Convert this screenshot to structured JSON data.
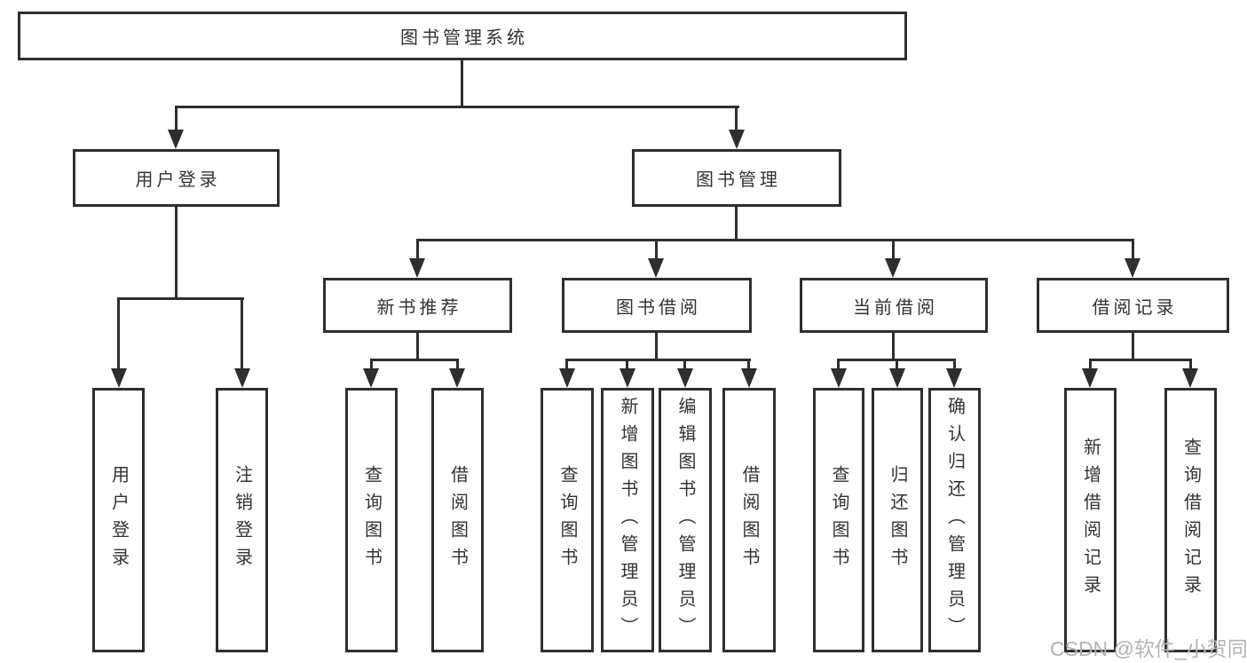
{
  "colors": {
    "line": "#2e2e2e",
    "text": "#333333",
    "watermark": "#b3b3b3"
  },
  "diagram": {
    "root": {
      "label": "图书管理系统"
    },
    "level2": [
      {
        "label": "用户登录"
      },
      {
        "label": "图书管理"
      }
    ],
    "level3": [
      {
        "label": "新书推荐"
      },
      {
        "label": "图书借阅"
      },
      {
        "label": "当前借阅"
      },
      {
        "label": "借阅记录"
      }
    ],
    "leaves": [
      {
        "label": "用户登录"
      },
      {
        "label": "注销登录"
      },
      {
        "label": "查询图书"
      },
      {
        "label": "借阅图书"
      },
      {
        "label": "查询图书"
      },
      {
        "label": "新增图书（管理员）"
      },
      {
        "label": "编辑图书（管理员）"
      },
      {
        "label": "借阅图书"
      },
      {
        "label": "查询图书"
      },
      {
        "label": "归还图书"
      },
      {
        "label": "确认归还（管理员）"
      },
      {
        "label": "新增借阅记录"
      },
      {
        "label": "查询借阅记录"
      }
    ]
  },
  "watermark": {
    "text": "CSDN @软件_小贺同学"
  }
}
